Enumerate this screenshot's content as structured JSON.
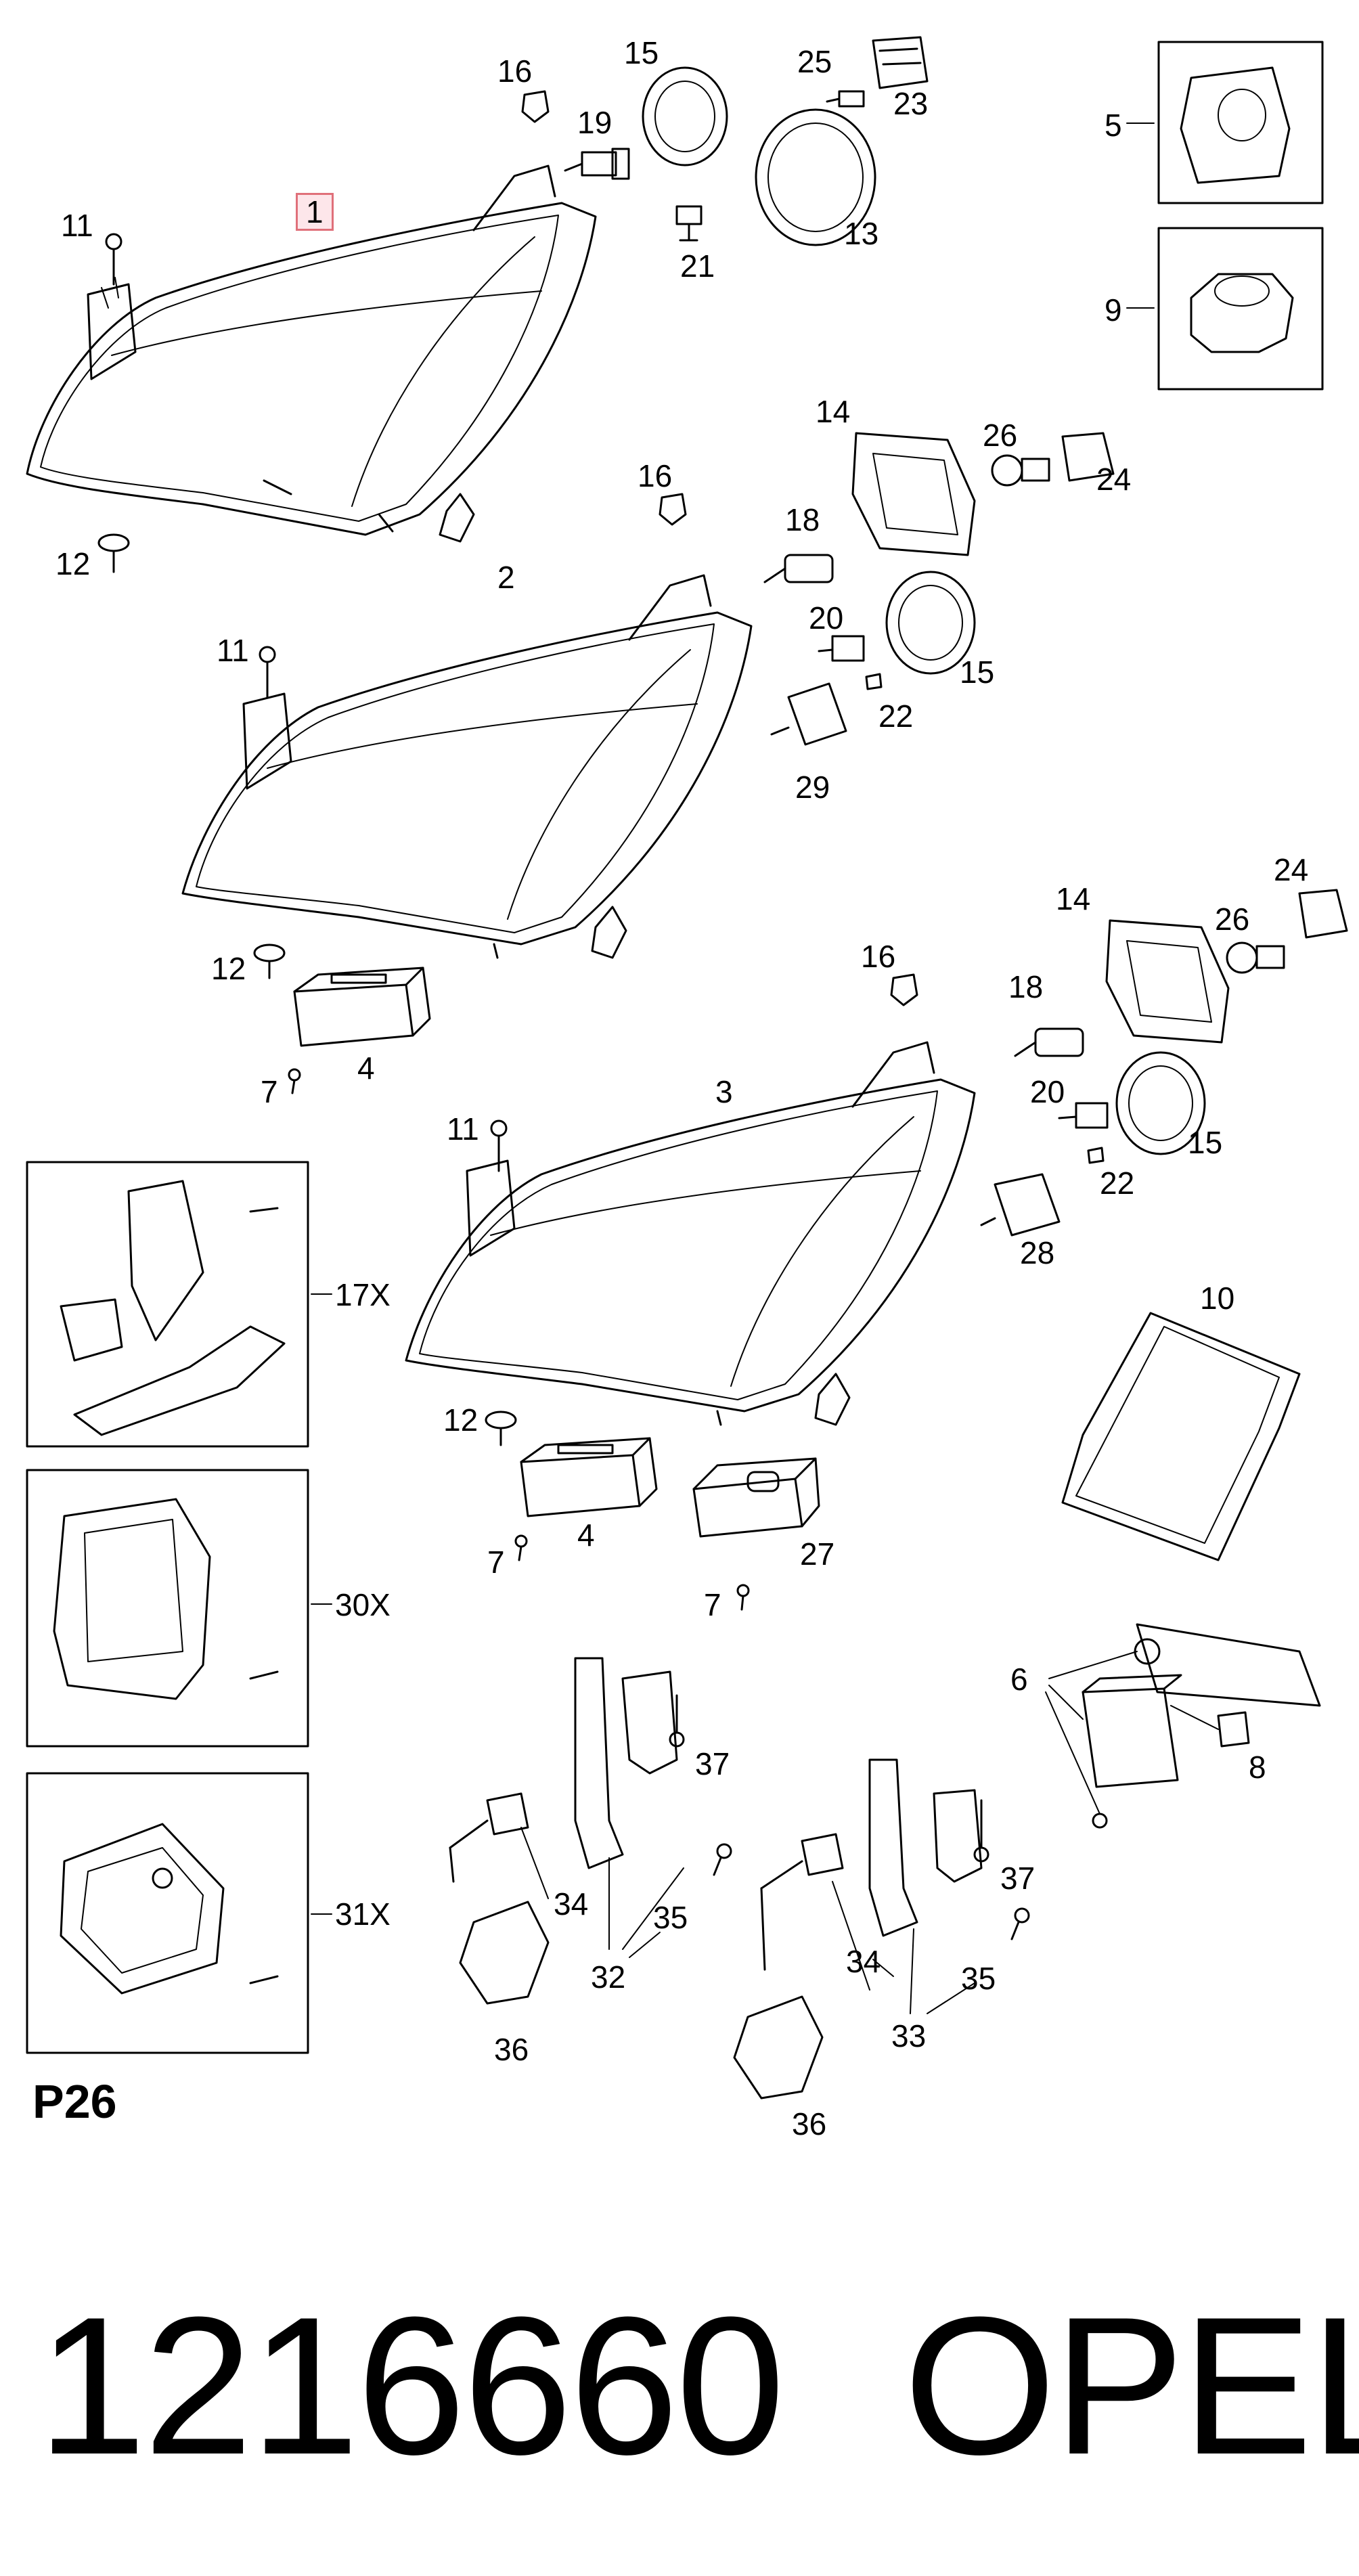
{
  "diagram": {
    "page_code": "P26",
    "part_number": "1216660",
    "brand": "OPEL",
    "callouts": {
      "c1": "1",
      "c2": "2",
      "c3": "3",
      "c4a": "4",
      "c4b": "4",
      "c5": "5",
      "c6": "6",
      "c7a": "7",
      "c7b": "7",
      "c7c": "7",
      "c8": "8",
      "c9": "9",
      "c10": "10",
      "c11a": "11",
      "c11b": "11",
      "c11c": "11",
      "c12a": "12",
      "c12b": "12",
      "c12c": "12",
      "c13": "13",
      "c14a": "14",
      "c14b": "14",
      "c15a": "15",
      "c15b": "15",
      "c15c": "15",
      "c16a": "16",
      "c16b": "16",
      "c16c": "16",
      "c17x": "17X",
      "c18a": "18",
      "c18b": "18",
      "c19": "19",
      "c20a": "20",
      "c20b": "20",
      "c21": "21",
      "c22a": "22",
      "c22b": "22",
      "c23": "23",
      "c24a": "24",
      "c24b": "24",
      "c25": "25",
      "c26a": "26",
      "c26b": "26",
      "c27": "27",
      "c28": "28",
      "c29": "29",
      "c30x": "30X",
      "c31x": "31X",
      "c32": "32",
      "c33": "33",
      "c34a": "34",
      "c34b": "34",
      "c35a": "35",
      "c35b": "35",
      "c36a": "36",
      "c36b": "36",
      "c37a": "37",
      "c37b": "37"
    },
    "colors": {
      "line": "#000000",
      "highlight_border": "#e0707a",
      "highlight_fill": "#fde6ea"
    }
  }
}
